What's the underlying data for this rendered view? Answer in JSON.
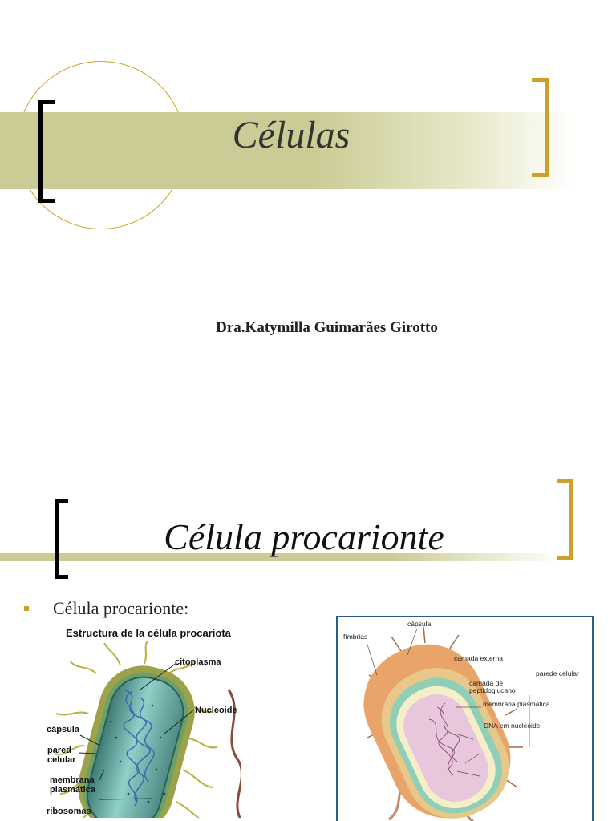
{
  "slide1": {
    "title": "Células",
    "author": "Dra.Katymilla Guimarães Girotto"
  },
  "slide2": {
    "title": "Célula procarionte",
    "bullet": "Célula procarionte:",
    "figure_left": {
      "title": "Estructura de la célula procariota",
      "labels": {
        "citoplasma": "citoplasma",
        "nucleoide": "Nucleoide",
        "capsula": "cápsula",
        "pared_1": "pared",
        "pared_2": "celular",
        "membrana_1": "membrana",
        "membrana_2": "plasmática",
        "ribosomas": "ribosomas"
      }
    },
    "figure_right": {
      "labels": {
        "capsula": "cápsula",
        "fimbrias": "fímbrias",
        "camada_externa": "camada externa",
        "parede_celular": "parede celular",
        "camada_de_1": "camada de",
        "camada_de_2": "peptidoglucano",
        "membrana_plasmatica": "membrana plasmática",
        "dna": "DNA em nucleóide"
      }
    }
  },
  "colors": {
    "accent_gold": "#c9a227",
    "band_olive": "#cbcc95",
    "frame_blue": "#2a5b8a"
  }
}
